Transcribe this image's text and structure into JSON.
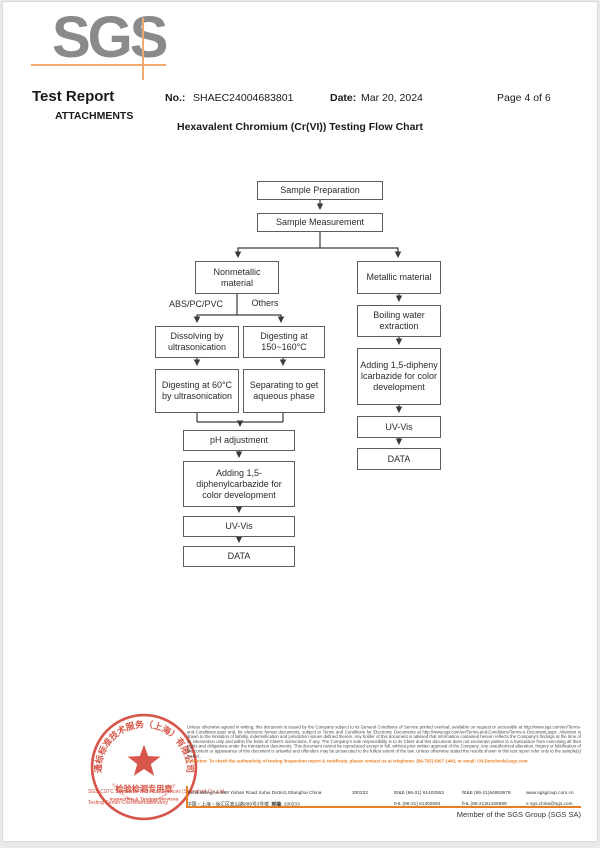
{
  "page": {
    "logo_text": "SGS",
    "report_title": "Test Report",
    "attachments_label": "ATTACHMENTS",
    "no_label": "No.:",
    "report_no": "SHAEC24004683801",
    "date_label": "Date:",
    "date_value": "Mar 20, 2024",
    "page_indicator": "Page 4 of 6",
    "flow_title": "Hexavalent Chromium (Cr(VI)) Testing Flow Chart"
  },
  "flowchart": {
    "nodes": {
      "sample_preparation": "Sample Preparation",
      "sample_measurement": "Sample Measurement",
      "nonmetallic": "Nonmetallic material",
      "metallic": "Metallic material",
      "dissolving": "Dissolving by ultrasonication",
      "digesting_150": "Digesting at 150~160°C",
      "digesting_60": "Digesting at 60°C by ultrasonication",
      "separating": "Separating to get aqueous phase",
      "boiling": "Boiling water extraction",
      "ph_adjustment": "pH adjustment",
      "adding_left": "Adding 1,5-diphenylcarbazide for color development",
      "adding_right": "Adding 1,5-diphenylcarbazide for color development",
      "uv_vis_left": "UV-Vis",
      "uv_vis_right": "UV-Vis",
      "data_left": "DATA",
      "data_right": "DATA"
    },
    "branch_labels": {
      "abs_pc_pvc": "ABS/PC/PVC",
      "others": "Others"
    }
  },
  "footer": {
    "legal_text": "Unless otherwise agreed in writing, this document is issued by the Company subject to its General Conditions of Service printed overleaf, available on request or accessible at http://www.sgs.com/en/Terms-and-Conditions.aspx and, for electronic format documents, subject to Terms and Conditions for Electronic Documents at http://www.sgs.com/en/Terms-and-Conditions/Terms-e-Document.aspx. Attention is drawn to the limitation of liability, indemnification and jurisdiction issues defined therein. Any holder of this document is advised that information contained hereon reflects the Company's findings at the time of its intervention only and within the limits of Client's instructions, if any. The Company's sole responsibility is to its Client and this document does not exonerate parties to a transaction from exercising all their rights and obligations under the transaction documents. This document cannot be reproduced except in full, without prior written approval of the Company. Any unauthorized alteration, forgery or falsification of the content or appearance of this document is unlawful and offenders may be prosecuted to the fullest extent of the law. Unless otherwise stated the results shown in this test report refer only to the sample(s) tested .",
    "attention_text": "Attention: To check the authenticity of testing /inspection report & certificate, please contact us at telephone: (86-755) 8307 1443, or email: CN.Doccheck@sgs.com",
    "address_en": "3rd Building,No.889 Yishan Road Xuhui District,Shanghai China",
    "postal_en": "200233",
    "tel_en": "tE&E (86-21) 61402553",
    "fax_en": "fE&E (86-21)64953679",
    "website": "www.sgsgroup.com.cn",
    "address_zh": "中国・上海・徐汇区宜山路889号3号楼",
    "postal_zh_label": "邮编:",
    "postal_zh": "200233",
    "tel_zh": "tHL (86-21) 61402594",
    "fax_zh": "fHL (86-21)61156899",
    "email": "e sgs.china@sgs.com",
    "member_line": "Member of the SGS Group (SGS SA)",
    "stamp": {
      "ring_text": "通标标准技术服务（上海）有限公司",
      "bottom_arc_text": "SGS-CSTC Standards Technical Services Co.,Ltd.",
      "seal_text": "检验检测专用章",
      "seal_sub_text": "Inspection & Testing Services"
    },
    "company_line1": "SGS-CSTC Standards Technical Services (Shanghai) Co.,Ltd.",
    "company_line2": "Testing Center-Chemical Laboratory"
  },
  "colors": {
    "accent_orange": "#e87e22",
    "stamp_red": "#d4483a",
    "logo_gray": "#8a8a8a"
  }
}
